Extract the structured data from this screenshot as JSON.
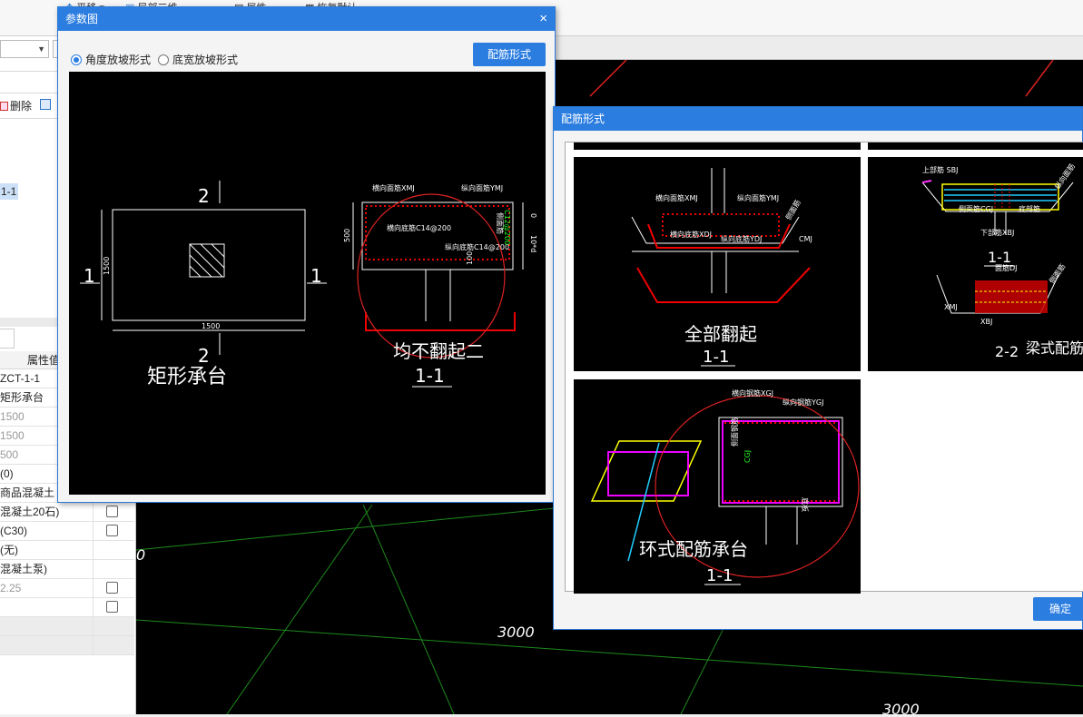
{
  "toolbar": {
    "pan_label": "平移",
    "view_label": "局部三维",
    "props_label": "属性",
    "restore_label": "恢复默认"
  },
  "left_panel": {
    "delete_label": "删除",
    "tree_selected": "1-1",
    "prop_header_value": "属性值",
    "props": [
      {
        "value": "ZCT-1-1",
        "grey": false,
        "checkbox": false
      },
      {
        "value": "矩形承台",
        "grey": false,
        "checkbox": false
      },
      {
        "value": "1500",
        "grey": true,
        "checkbox": false
      },
      {
        "value": "1500",
        "grey": true,
        "checkbox": false
      },
      {
        "value": "500",
        "grey": true,
        "checkbox": false
      },
      {
        "value": "(0)",
        "grey": false,
        "checkbox": false
      },
      {
        "value": "商品混凝土",
        "grey": false,
        "checkbox": false
      },
      {
        "value": "混凝土20石)",
        "grey": false,
        "checkbox": true
      },
      {
        "value": "(C30)",
        "grey": false,
        "checkbox": true
      },
      {
        "value": "(无)",
        "grey": false,
        "checkbox": false
      },
      {
        "value": "混凝土泵)",
        "grey": false,
        "checkbox": false
      },
      {
        "value": "2.25",
        "grey": true,
        "checkbox": true
      },
      {
        "value": "",
        "grey": false,
        "checkbox": true
      },
      {
        "value": "",
        "grey": false,
        "checkbox": false,
        "shaded": true
      },
      {
        "value": "",
        "grey": false,
        "checkbox": false,
        "shaded": true
      }
    ]
  },
  "canvas": {
    "dim_a": "3000",
    "dim_b": "3000",
    "dim_c": "0"
  },
  "param_dialog": {
    "title": "参数图",
    "close": "×",
    "radio_angle": "角度放坡形式",
    "radio_bottom": "底宽放坡形式",
    "rebar_button": "配筋形式",
    "plan": {
      "sec2_top": "2",
      "sec2_bottom": "2",
      "sec1_left": "1",
      "sec1_right": "1",
      "dim_side": "1500",
      "dim_bottom": "1500",
      "name": "矩形承台"
    },
    "section": {
      "label_top_h": "横向面筋XMJ",
      "label_top_v": "纵向面筋YMJ",
      "label_bot_h": "横向底筋C14@200",
      "label_bot_v": "纵向底筋C14@200",
      "label_side": "侧面筋",
      "label_side_spec": "C12@200",
      "dim_h": "500",
      "dim_0": "0",
      "dim_10d": "10*d",
      "dim_100": "100",
      "title": "均不翻起二",
      "subtitle": "1-1"
    }
  },
  "rebar_dialog": {
    "title": "配筋形式",
    "ok_label": "确定",
    "thumb1": {
      "label_top_h": "横向面筋XMJ",
      "label_top_v": "纵向面筋YMJ",
      "label_bot_h": "横向底筋XDJ",
      "label_bot_v": "纵向底筋YDJ",
      "label_side": "侧面筋",
      "label_cmj": "CMJ",
      "title": "全部翻起",
      "subtitle": "1-1"
    },
    "thumb2": {
      "label_top": "上部筋 SBJ",
      "label_side": "侧面筋CGJ",
      "label_bottom": "下部筋XBJ",
      "label_mid": "底部筋",
      "label_right": "纵向面筋",
      "sec1": "1-1",
      "label_top2": "面筋DJ",
      "label_side2": "侧面筋",
      "label_xmj": "XMJ",
      "label_xbj": "XBJ",
      "sec2": "2-2",
      "title": "梁式配筋"
    },
    "thumb3": {
      "label_h": "横向钢筋XGJ",
      "label_v": "纵向钢筋YGJ",
      "label_side": "侧面钢筋",
      "label_cgj": "CGJ",
      "label_bottom": "底板",
      "title": "环式配筋承台",
      "subtitle": "1-1"
    }
  }
}
